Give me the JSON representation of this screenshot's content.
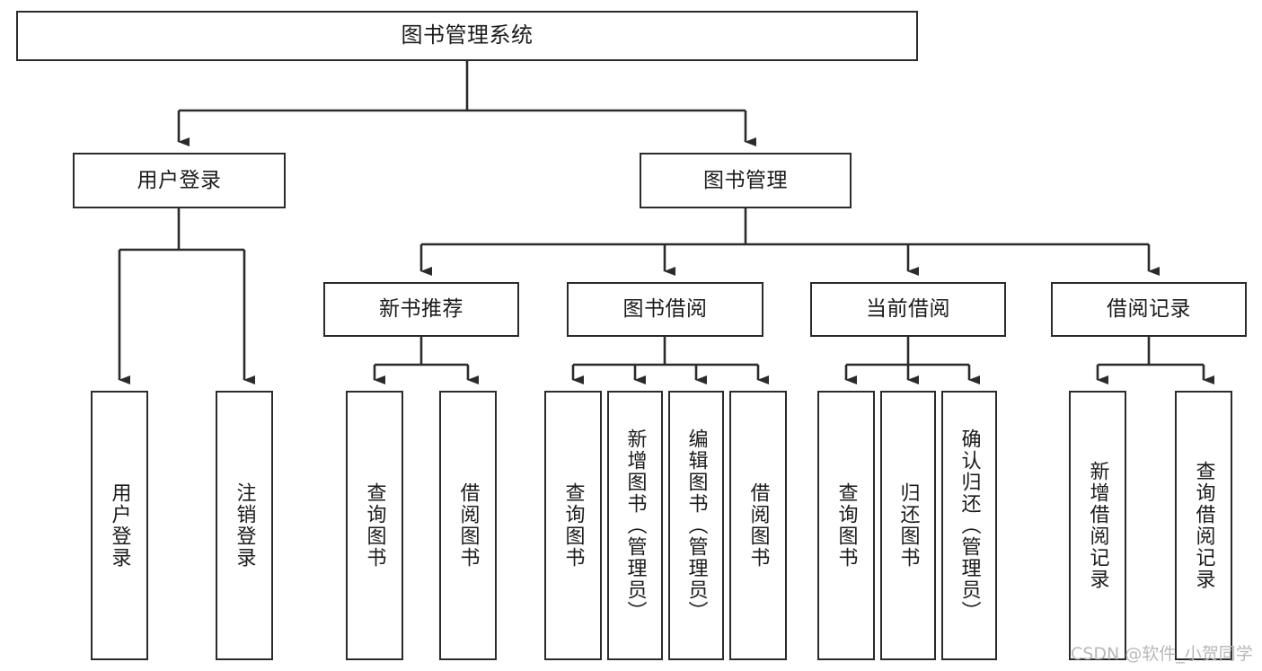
{
  "diagram": {
    "title": "图书管理系统",
    "watermark": "CSDN @软件_小贺同学",
    "line_color": "#2b2b2b",
    "box_fill": "#ffffff",
    "text_color": "#1b1b1b",
    "nodes": {
      "root": {
        "label": "图书管理系统"
      },
      "level2": [
        {
          "id": "user-login",
          "label": "用户登录"
        },
        {
          "id": "book-manage",
          "label": "图书管理"
        }
      ],
      "level3": [
        {
          "id": "new-book-recommend",
          "label": "新书推荐"
        },
        {
          "id": "book-borrow",
          "label": "图书借阅"
        },
        {
          "id": "current-borrow",
          "label": "当前借阅"
        },
        {
          "id": "borrow-record",
          "label": "借阅记录"
        }
      ],
      "leaves": [
        {
          "id": "leaf-user-login",
          "label": "用户登录",
          "parent": "user-login"
        },
        {
          "id": "leaf-logout-login",
          "label": "注销登录",
          "parent": "user-login"
        },
        {
          "id": "leaf-query-book-1",
          "label": "查询图书",
          "parent": "new-book-recommend"
        },
        {
          "id": "leaf-borrow-book-1",
          "label": "借阅图书",
          "parent": "new-book-recommend"
        },
        {
          "id": "leaf-query-book-2",
          "label": "查询图书",
          "parent": "book-borrow"
        },
        {
          "id": "leaf-add-book",
          "label": "新增图书（管理员）",
          "parent": "book-borrow"
        },
        {
          "id": "leaf-edit-book",
          "label": "编辑图书（管理员）",
          "parent": "book-borrow"
        },
        {
          "id": "leaf-borrow-book-2",
          "label": "借阅图书",
          "parent": "book-borrow"
        },
        {
          "id": "leaf-query-book-3",
          "label": "查询图书",
          "parent": "current-borrow"
        },
        {
          "id": "leaf-return-book",
          "label": "归还图书",
          "parent": "current-borrow"
        },
        {
          "id": "leaf-confirm-return",
          "label": "确认归还（管理员）",
          "parent": "current-borrow"
        },
        {
          "id": "leaf-add-record",
          "label": "新增借阅记录",
          "parent": "borrow-record"
        },
        {
          "id": "leaf-query-record",
          "label": "查询借阅记录",
          "parent": "borrow-record"
        }
      ]
    }
  }
}
